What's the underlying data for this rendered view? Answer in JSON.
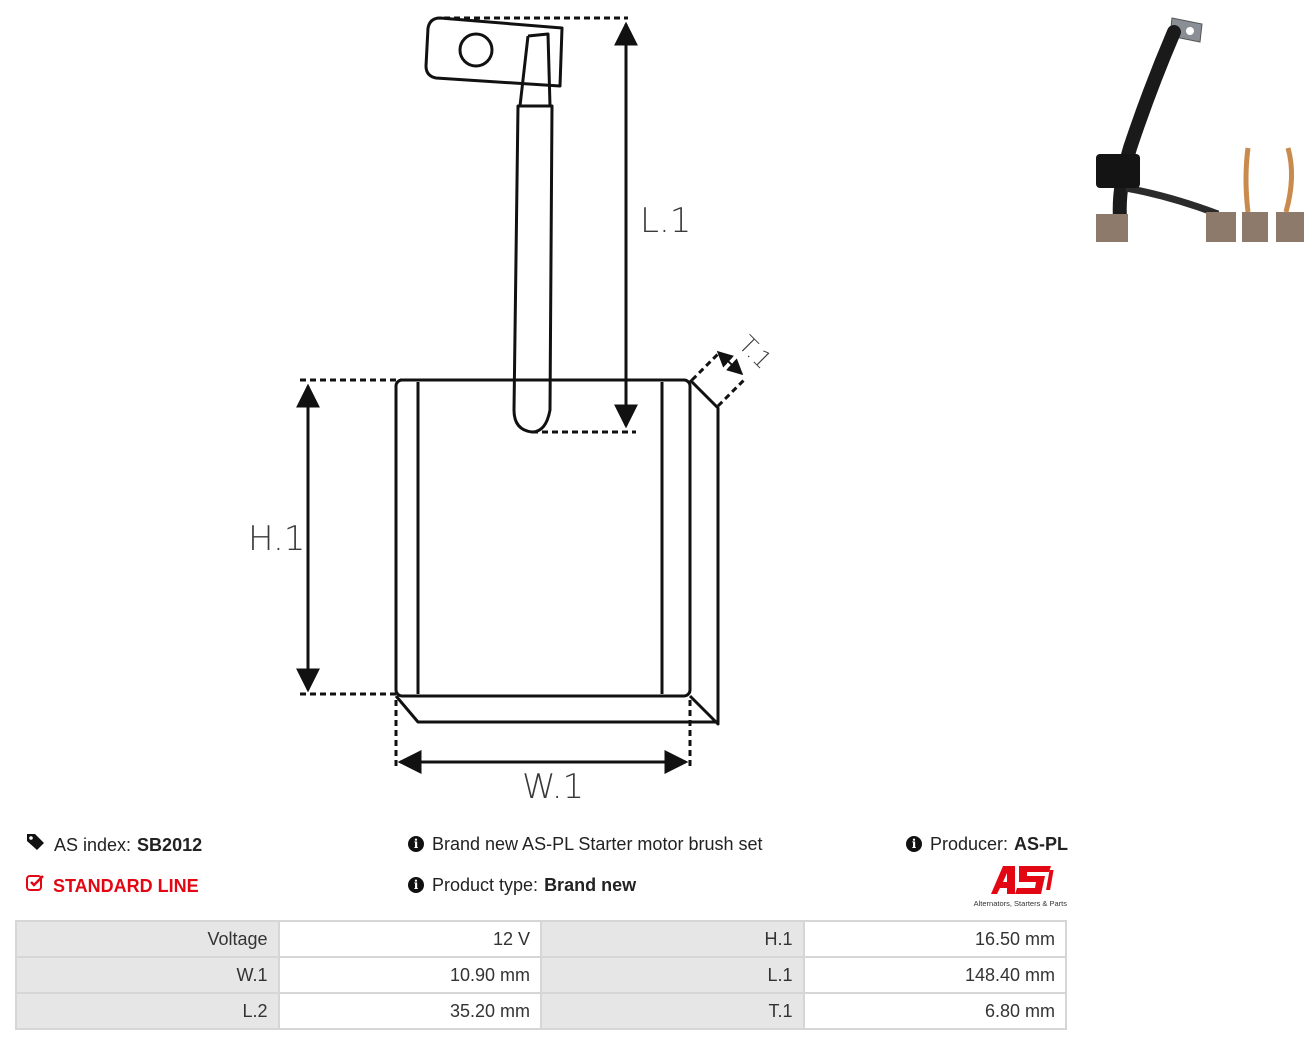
{
  "diagram": {
    "labels": {
      "l1": "L.1",
      "h1": "H.1",
      "w1": "W.1",
      "t1": "T.1"
    }
  },
  "photo": {
    "icon": "product-photo"
  },
  "info": {
    "as_index_label": "AS index:",
    "as_index_value": "SB2012",
    "line_label": "STANDARD LINE",
    "description": "Brand new AS-PL Starter motor brush set",
    "product_type_label": "Product type:",
    "product_type_value": "Brand new",
    "producer_label": "Producer:",
    "producer_value": "AS-PL"
  },
  "logo": {
    "mark": "AS",
    "tagline": "Alternators, Starters & Parts"
  },
  "specs": [
    [
      "Voltage",
      "12 V",
      "H.1",
      "16.50 mm"
    ],
    [
      "W.1",
      "10.90 mm",
      "L.1",
      "148.40 mm"
    ],
    [
      "L.2",
      "35.20 mm",
      "T.1",
      "6.80 mm"
    ]
  ],
  "colors": {
    "accent_red": "#e30613",
    "text": "#222222",
    "table_label_bg": "#e6e6e6"
  }
}
